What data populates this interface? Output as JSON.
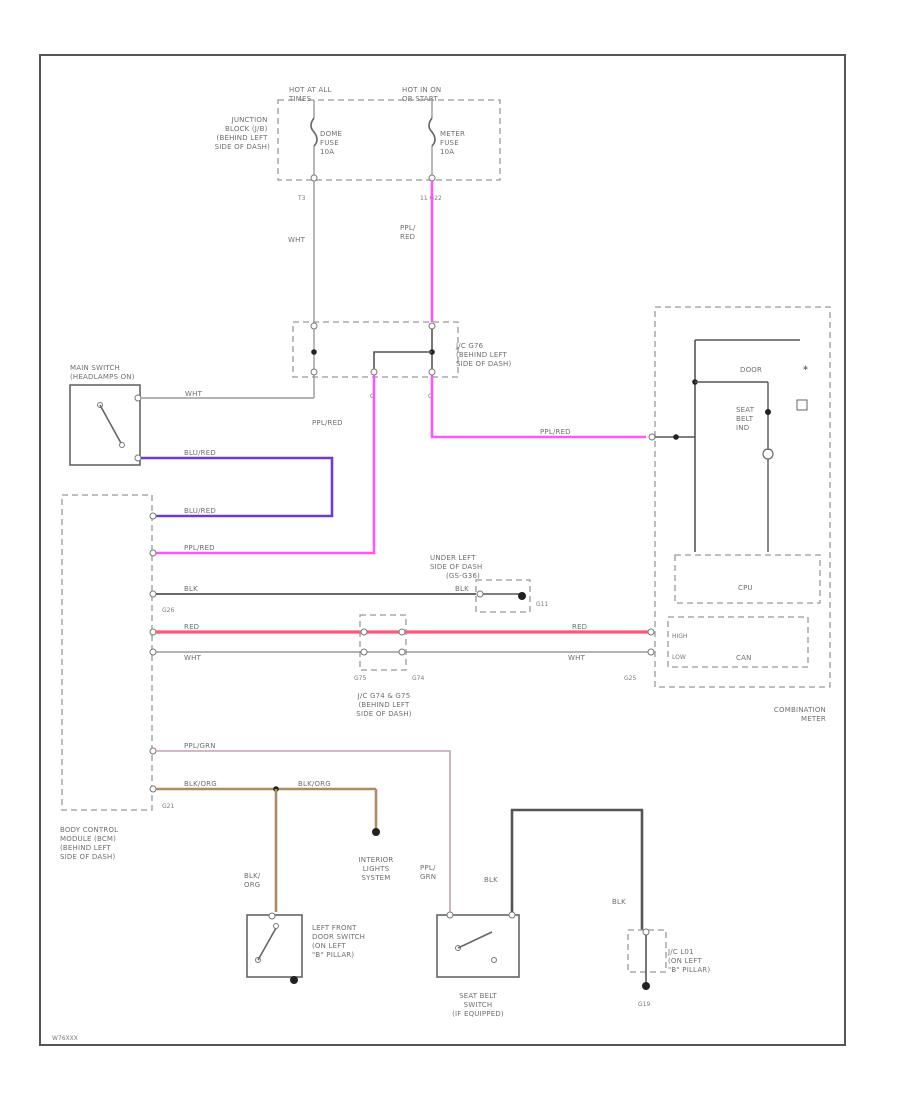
{
  "labels": {
    "hot_at_all_times": "HOT AT ALL\nTIMES",
    "hot_in_on_or_start": "HOT IN ON\nOR START",
    "junction_block": "JUNCTION\nBLOCK (J/B)\n(BEHIND LEFT\nSIDE OF DASH)",
    "dome_fuse": "DOME\nFUSE\n10A",
    "meter_fuse": "METER\nFUSE\n10A",
    "pin_t3": "T3",
    "pin_11_g22": "11   G22",
    "wire_wht_top": "WHT",
    "wire_ppl_red_top": "PPL/\nRED",
    "jc_g76": "J/C G76\n(BEHIND LEFT\nSIDE OF DASH)",
    "main_switch": "MAIN SWITCH\n(HEADLAMPS ON)",
    "wire_wht_main": "WHT",
    "wire_ppl_red_mid": "PPL/RED",
    "pin_c_1": "C",
    "pin_c_2": "C",
    "wire_blu_red_1": "BLU/RED",
    "wire_blu_red_2": "BLU/RED",
    "wire_ppl_red_bcm": "PPL/RED",
    "wire_ppl_red_meter": "PPL/RED",
    "door_open": "DOOR",
    "seat_belt_ind": "SEAT\nBELT\nIND",
    "cpu": "CPU",
    "can": "CAN",
    "can_high": "HIGH",
    "can_low": "LOW",
    "combination_meter": "COMBINATION\nMETER",
    "under_left_dash": "UNDER LEFT\nSIDE OF DASH\n(GS-G36)",
    "wire_blk_1": "BLK",
    "wire_blk_2": "BLK",
    "g11": "G11",
    "g26": "G26",
    "wire_red_1": "RED",
    "wire_red_2": "RED",
    "wire_wht_1": "WHT",
    "wire_wht_2": "WHT",
    "g75": "G75",
    "g74": "G74",
    "g25": "G25",
    "jc_g74_g75": "J/C G74 & G75\n(BEHIND LEFT\nSIDE OF DASH)",
    "wire_ppl_grn": "PPL/GRN",
    "wire_blk_org_1": "BLK/ORG",
    "wire_blk_org_2": "BLK/ORG",
    "g21": "G21",
    "bcm": "BODY CONTROL\nMODULE (BCM)\n(BEHIND LEFT\nSIDE OF DASH)",
    "interior_lights": "INTERIOR\nLIGHTS\nSYSTEM",
    "wire_blk_org_v": "BLK/\nORG",
    "wire_ppl_grn_v": "PPL/\nGRN",
    "wire_blk_sb": "BLK",
    "wire_blk_g19": "BLK",
    "left_front_door_switch": "LEFT FRONT\nDOOR SWITCH\n(ON LEFT\n\"B\" PILLAR)",
    "seat_belt_switch": "SEAT BELT\nSWITCH\n(IF EQUIPPED)",
    "jc_l01": "J/C L01\n(ON LEFT\n\"B\" PILLAR)",
    "g19": "G19",
    "footer_code": "W76XXX"
  },
  "colors": {
    "pink": "#ff55ff",
    "purple": "#6e3ad0",
    "red": "#ff5577",
    "dark": "#555555",
    "brown": "#b08a60"
  }
}
